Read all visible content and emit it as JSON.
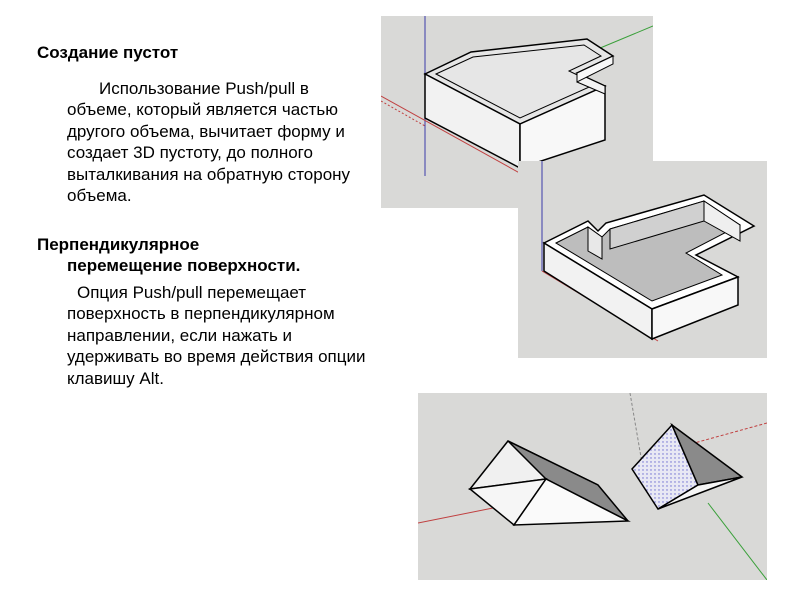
{
  "slide": {
    "section1": {
      "heading": "Создание пустот",
      "body": "Использование Push/pull в объеме, который является частью другого объема, вычитает форму и создает 3D пустоту, до полного выталкивания на обратную сторону объема."
    },
    "section2": {
      "heading_line1": "Перпендикулярное",
      "heading_line2": "перемещение поверхности.",
      "body": "Опция Push/pull перемещает поверхность в перпендикулярном направлении, если нажать и удерживать во время действия опции клавишу Alt."
    }
  },
  "colors": {
    "viewport_bg": "#d9d9d7",
    "axis_blue": "#3a3aa8",
    "axis_red": "#c04040",
    "axis_green": "#3aa03a",
    "face_top": "#e6e6e6",
    "face_side": "#f4f4f4",
    "face_shadow": "#8a8a8a",
    "hatch_face": "#b8b8e8"
  }
}
